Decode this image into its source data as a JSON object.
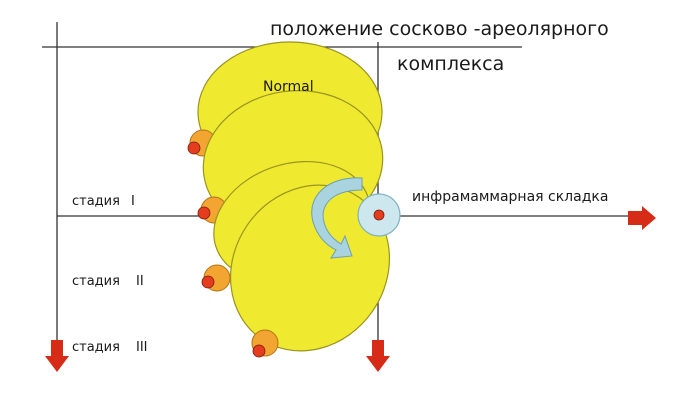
{
  "title_line1": "положение сосково -ареолярного",
  "title_line2": "комплекса",
  "normal_label": "Normal",
  "stage1": {
    "word": "стадия",
    "numeral": "I"
  },
  "stage2": {
    "word": "стадия",
    "numeral": "II"
  },
  "stage3": {
    "word": "стадия",
    "numeral": "III"
  },
  "fold_label": "инфрамаммарная складка",
  "colors": {
    "breast": "#efea2f",
    "breast_stroke": "#9a9420",
    "areola": "#f2a531",
    "nipple": "#e43d1e",
    "arrow_red": "#d62b17",
    "curve_arrow": "#a9d3df",
    "fold_circle": "#cde7ee",
    "line": "#333333"
  }
}
